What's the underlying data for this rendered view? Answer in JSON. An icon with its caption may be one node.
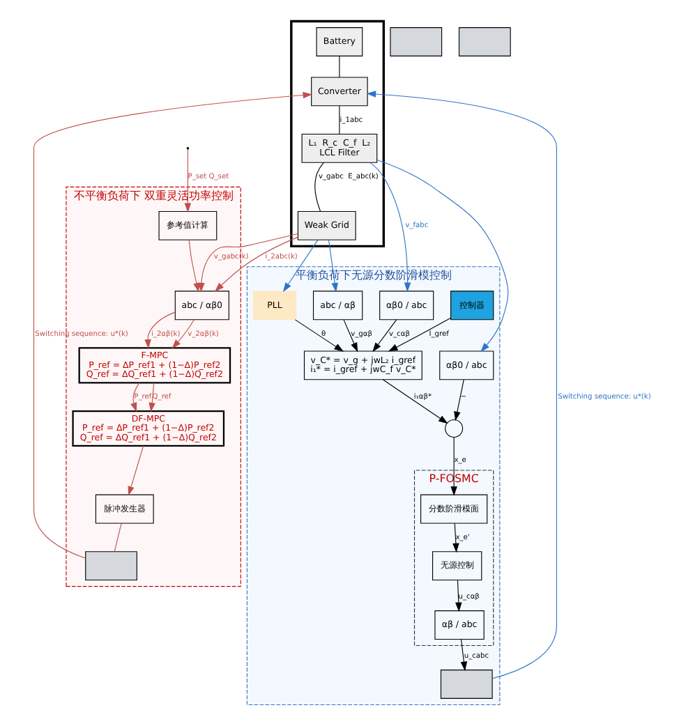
{
  "diagram": {
    "nodes": [
      {
        "text": [
          "平衡负荷下无源分数阶滑模控制"
        ]
      },
      {
        "text": [
          "P-FOSMC"
        ],
        "in": 0
      },
      {
        "text": [
          "αβ / abc"
        ],
        "in": 1
      },
      {
        "text": [
          "无源控制"
        ],
        "in": 1
      },
      {
        "text": [
          "分数阶滑模面"
        ],
        "in": 1
      },
      {
        "text": [],
        "shape": "circle",
        "in": 0
      },
      {
        "text": [
          "v_C* = v_g + jwL₂ i_gref",
          "i₁* = i_gref + jwC_f v_C*"
        ],
        "in": 0
      },
      {
        "text": [
          "控制器"
        ],
        "in": 0
      },
      {
        "text": [
          "PLL"
        ],
        "in": 0
      },
      {
        "text": [
          "αβ0 / abc"
        ],
        "in": 0
      },
      {
        "text": [
          "αβ0 / abc"
        ],
        "in": 0
      },
      {
        "text": [
          "abc / αβ"
        ],
        "in": 0
      },
      {
        "text": [],
        "shape": "box",
        "in": 0
      },
      {
        "text": [],
        "shape": "box"
      },
      {
        "text": [
          "Battery"
        ],
        "in": 13
      },
      {
        "text": [
          "Converter"
        ],
        "in": 13
      },
      {
        "text": [
          "L₁  R_c  C_f  L₂",
          "LCL Filter"
        ],
        "in": 13
      },
      {
        "text": [
          "Weak Grid"
        ],
        "in": 13
      },
      {
        "text": [
          "不平衡负荷下 双重灵活功率控制"
        ]
      },
      {
        "text": [
          "脉冲发生器"
        ],
        "in": 18
      },
      {
        "text": [
          "abc / αβ0"
        ],
        "in": 18
      },
      {
        "text": [
          "参考值计算"
        ],
        "in": 18
      },
      {
        "text": [
          "DF-MPC",
          "P_ref = ΔP_ref1 + (1−Δ)P_ref2",
          "Q_ref = ΔQ_ref1 + (1−Δ)Q_ref2"
        ],
        "in": 18
      },
      {
        "text": [
          "F-MPC",
          "P_ref = ΔP_ref1 + (1−Δ)P_ref2",
          "Q_ref = ΔQ_ref1 + (1−Δ)Q_ref2"
        ],
        "in": 18
      },
      {
        "text": [],
        "shape": "box",
        "in": 18
      },
      {
        "text": [],
        "shape": "box"
      },
      {
        "text": [],
        "shape": "box"
      }
    ],
    "edges": [
      {
        "from": 5,
        "to": 4,
        "arrow": "to",
        "label": "x_e"
      },
      {
        "from": 4,
        "to": 3,
        "arrow": "to",
        "label": "x_e'"
      },
      {
        "from": 3,
        "to": 2,
        "arrow": "to",
        "label": "u_cαβ"
      },
      {
        "from": 6,
        "to": 5,
        "arrow": "to",
        "label": "i₁αβ*"
      },
      {
        "from": 9,
        "to": 5,
        "arrow": "to",
        "label": "−"
      },
      {
        "from": 7,
        "to": 6,
        "arrow": "to",
        "label": "I_gref"
      },
      {
        "from": 8,
        "to": 6,
        "arrow": "to",
        "label": "θ"
      },
      {
        "from": 10,
        "to": 6,
        "arrow": "to",
        "label": "v_cαβ"
      },
      {
        "from": 11,
        "to": 6,
        "arrow": "to",
        "label": "v_gαβ"
      },
      {
        "from": 2,
        "to": 12,
        "arrow": "to",
        "label": "u_cabc"
      },
      {
        "from": 12,
        "to": 15,
        "arrow": "to",
        "label": "Switching sequence: u*(k)",
        "color": "#2e75c8"
      },
      {
        "from": 14,
        "to": 15,
        "arrow": "none"
      },
      {
        "from": 15,
        "to": 16,
        "arrow": "none",
        "label": "i_1abc"
      },
      {
        "from": 16,
        "to": 17,
        "arrow": "none",
        "label": "v_gabc  E_abc(k)"
      },
      {
        "from": 16,
        "to": 9,
        "arrow": "to",
        "color": "#2e75c8"
      },
      {
        "from": 16,
        "to": 10,
        "arrow": "to",
        "label": "v_fabc",
        "color": "#2e75c8"
      },
      {
        "from": 17,
        "to": 8,
        "arrow": "to",
        "color": "#2e75c8"
      },
      {
        "from": 17,
        "to": 11,
        "arrow": "to",
        "color": "#2e75c8"
      },
      {
        "from": 17,
        "to": 20,
        "arrow": "to",
        "label": "i_2abc(k)",
        "color": "#c0504d"
      },
      {
        "from": 17,
        "to": 20,
        "arrow": "to",
        "label": "v_gabc(k)",
        "color": "#c0504d"
      },
      {
        "from": 21,
        "to": 20,
        "arrow": "to",
        "color": "#c0504d"
      },
      {
        "from": 20,
        "to": 23,
        "arrow": "to",
        "label": "i_2αβ(k)",
        "color": "#c0504d"
      },
      {
        "from": 20,
        "to": 23,
        "arrow": "to",
        "label": "v_2αβ(k)",
        "color": "#c0504d"
      },
      {
        "from": 23,
        "to": 22,
        "arrow": "to",
        "label": "P_ref",
        "color": "#c0504d"
      },
      {
        "from": 23,
        "to": 22,
        "arrow": "to",
        "label": "Q_ref",
        "color": "#c0504d"
      },
      {
        "from": 22,
        "to": 19,
        "arrow": "to",
        "color": "#c0504d"
      },
      {
        "from": 19,
        "to": 24,
        "arrow": "none",
        "color": "#c0504d"
      },
      {
        "from": 24,
        "to": 15,
        "arrow": "to",
        "label": "Switching sequence: u*(k)",
        "color": "#c0504d"
      },
      {
        "from": null,
        "to": 21,
        "arrow": "to",
        "label": "P_set Q_set",
        "color": "#c0504d"
      }
    ]
  }
}
